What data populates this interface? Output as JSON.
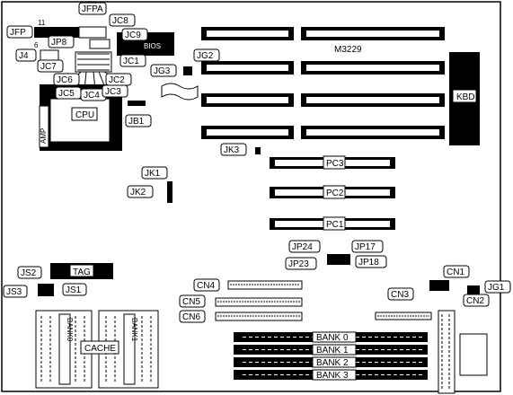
{
  "board": {
    "model": "M3229",
    "kbd_label": "KBD",
    "bios_label": "BIOS",
    "cpu_label": "CPU",
    "amp_label": "AMP",
    "tag_label": "TAG",
    "cache_label": "CACHE",
    "bank0_side": "BANK0",
    "bank1_side": "BANK1",
    "pin_marks": {
      "jfp_11": "11",
      "j4_6": "6"
    }
  },
  "jumpers": {
    "jfpa": "JFPA",
    "jc8": "JC8",
    "jfp": "JFP",
    "jc9": "JC9",
    "jp8": "JP8",
    "j4": "J4",
    "jc1": "JC1",
    "jc7": "JC7",
    "jg3": "JG3",
    "jg2": "JG2",
    "jc6": "JC6",
    "jc2": "JC2",
    "jc5": "JC5",
    "jc4": "JC4",
    "jc3": "JC3",
    "jb1": "JB1",
    "jk3": "JK3",
    "jk1": "JK1",
    "jk2": "JK2",
    "jp24": "JP24",
    "jp17": "JP17",
    "jp23": "JP23",
    "jp18": "JP18",
    "js2": "JS2",
    "js3": "JS3",
    "js1": "JS1",
    "jg1": "JG1",
    "cn1": "CN1",
    "cn2": "CN2",
    "cn3": "CN3",
    "cn4": "CN4",
    "cn5": "CN5",
    "cn6": "CN6"
  },
  "slots": {
    "pc1": "PC1",
    "pc2": "PC2",
    "pc3": "PC3"
  },
  "banks": [
    "BANK 0",
    "BANK 1",
    "BANK 2",
    "BANK 3"
  ]
}
